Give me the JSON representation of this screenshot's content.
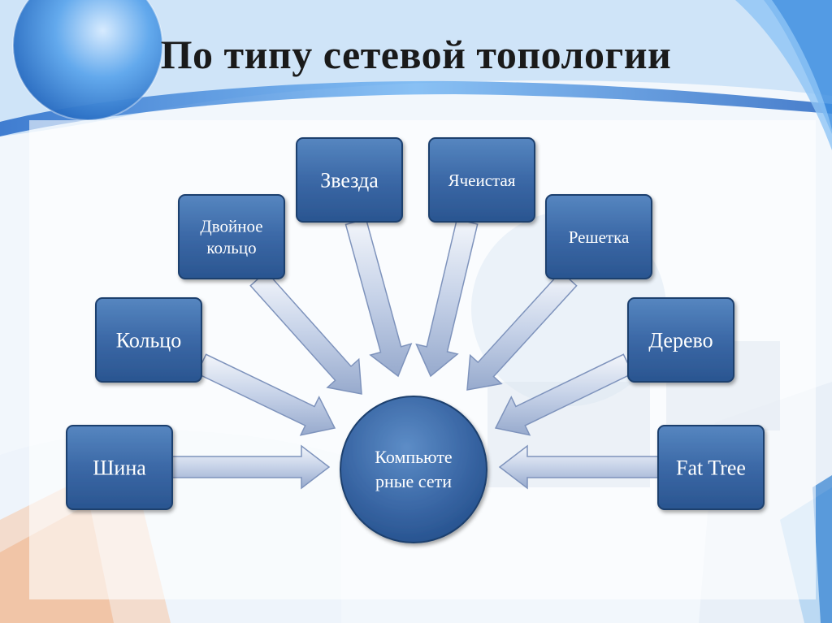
{
  "title": "По типу сетевой топологии",
  "center": {
    "line1": "Компьюте",
    "line2": "рные сети"
  },
  "nodes": [
    {
      "id": "shina",
      "lines": [
        "Шина"
      ]
    },
    {
      "id": "koltso",
      "lines": [
        "Кольцо"
      ]
    },
    {
      "id": "dvoinoe-koltso",
      "lines": [
        "Двойное",
        "кольцо"
      ]
    },
    {
      "id": "zvezda",
      "lines": [
        "Звезда"
      ]
    },
    {
      "id": "yacheistaya",
      "lines": [
        "Ячеистая"
      ]
    },
    {
      "id": "reshetka",
      "lines": [
        "Решетка"
      ]
    },
    {
      "id": "derevo",
      "lines": [
        "Дерево"
      ]
    },
    {
      "id": "fat-tree",
      "lines": [
        "Fat Tree"
      ]
    }
  ],
  "colors": {
    "node_fill_top": "#4a78b2",
    "node_fill_bottom": "#2a5590",
    "node_border": "#1e3f6e",
    "arrow_fill_light": "#e8eef8",
    "arrow_fill_dark": "#9fb2d4",
    "arrow_border": "#7e93bc",
    "background_blue": "#2f7fd0"
  }
}
